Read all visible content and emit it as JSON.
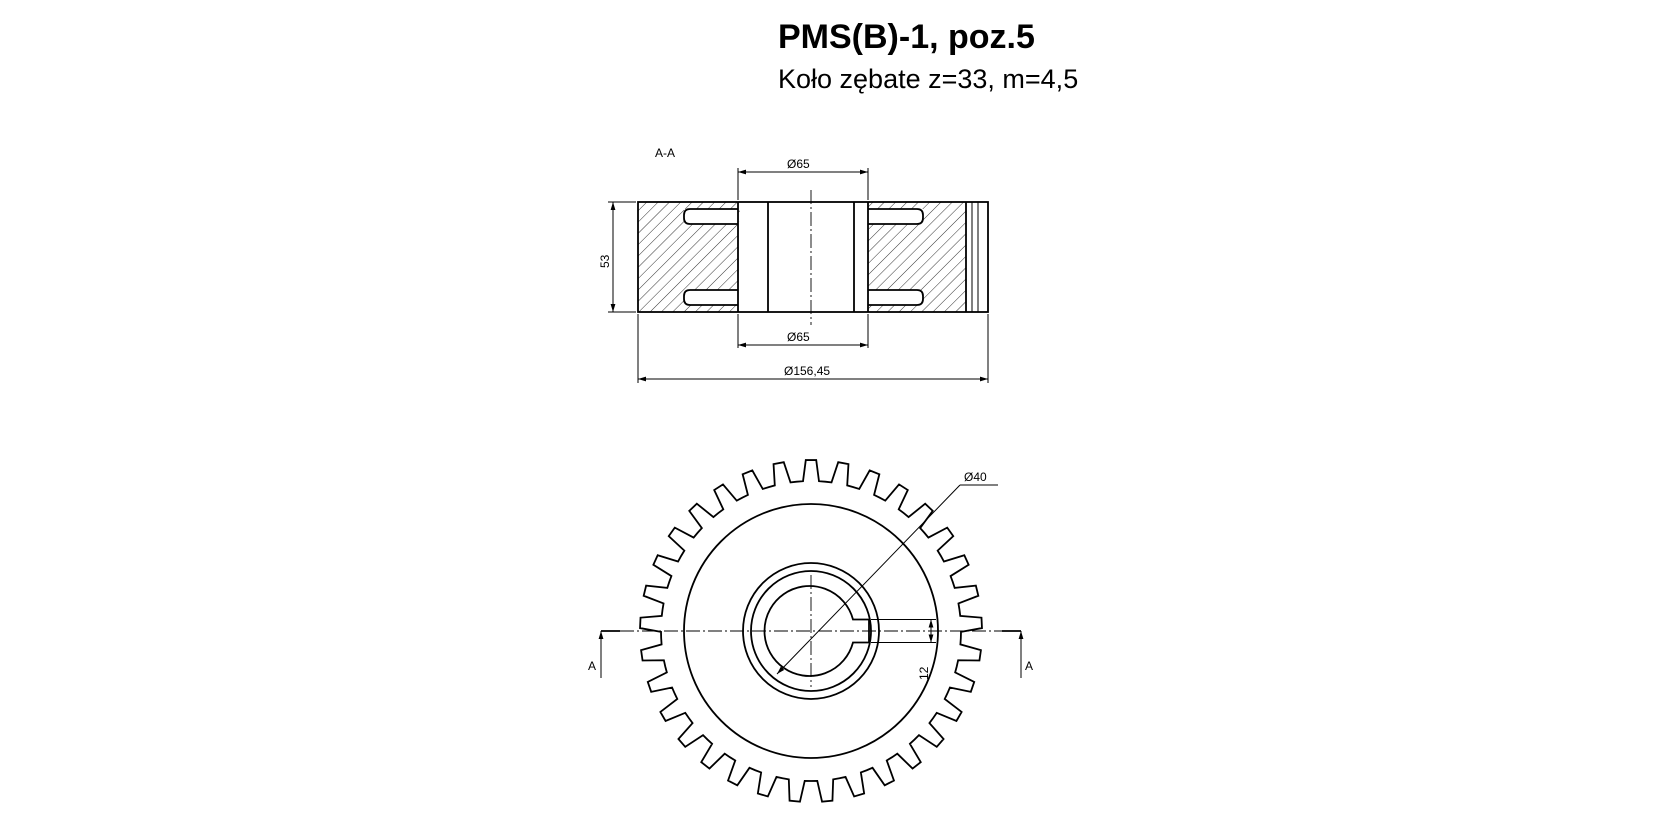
{
  "title": "PMS(B)-1, poz.5",
  "subtitle": "Koło zębate z=33, m=4,5",
  "section": {
    "label": "A-A",
    "dims": {
      "hub_dia_top": "Ø65",
      "hub_dia_bottom": "Ø65",
      "outer_dia": "Ø156,45",
      "width": "53"
    }
  },
  "front_view": {
    "teeth": 33,
    "dims": {
      "bore_dia": "Ø40",
      "key_dim": "12"
    },
    "cut_left": "A",
    "cut_right": "A"
  }
}
